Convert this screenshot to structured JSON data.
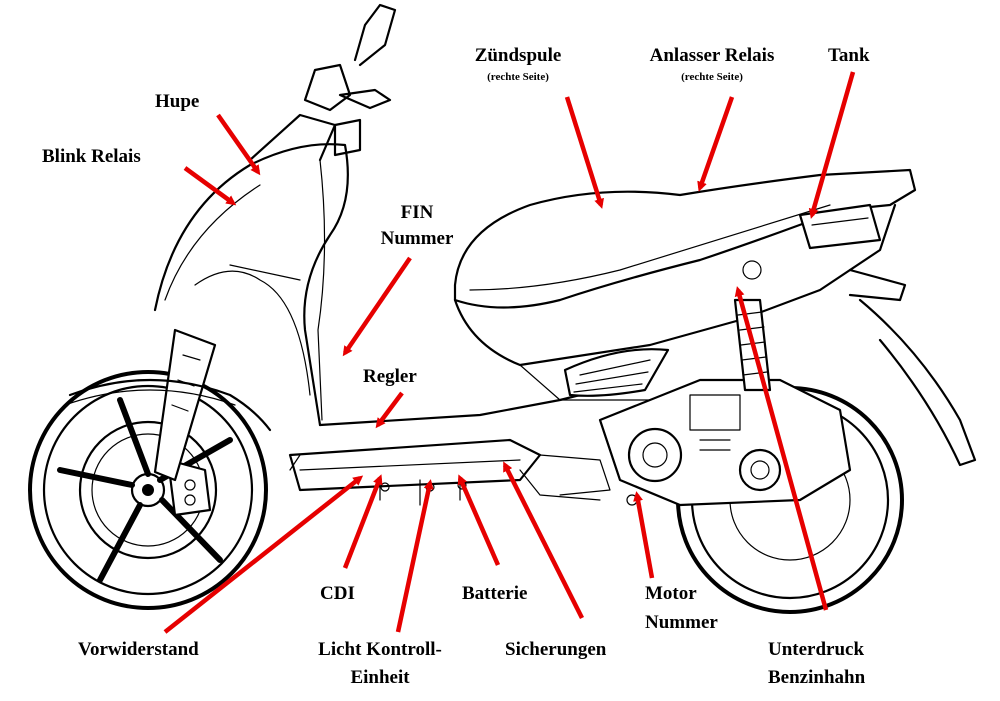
{
  "diagram": {
    "labels": {
      "hupe": "Hupe",
      "blink_relais": "Blink Relais",
      "zuendspule": "Zündspule",
      "zuendspule_note": "(rechte Seite)",
      "anlasser_relais": "Anlasser Relais",
      "anlasser_note": "(rechte Seite)",
      "tank": "Tank",
      "fin_line1": "FIN",
      "fin_line2": "Nummer",
      "regler": "Regler",
      "cdi": "CDI",
      "batterie": "Batterie",
      "motor_line1": "Motor",
      "motor_line2": "Nummer",
      "vorwiderstand": "Vorwiderstand",
      "licht_line1": "Licht Kontroll-",
      "licht_line2": "Einheit",
      "sicherungen": "Sicherungen",
      "unterdruck_line1": "Unterdruck",
      "unterdruck_line2": "Benzinhahn"
    },
    "colors": {
      "arrow": "#e60000",
      "ink": "#000000",
      "background": "#ffffff"
    }
  }
}
